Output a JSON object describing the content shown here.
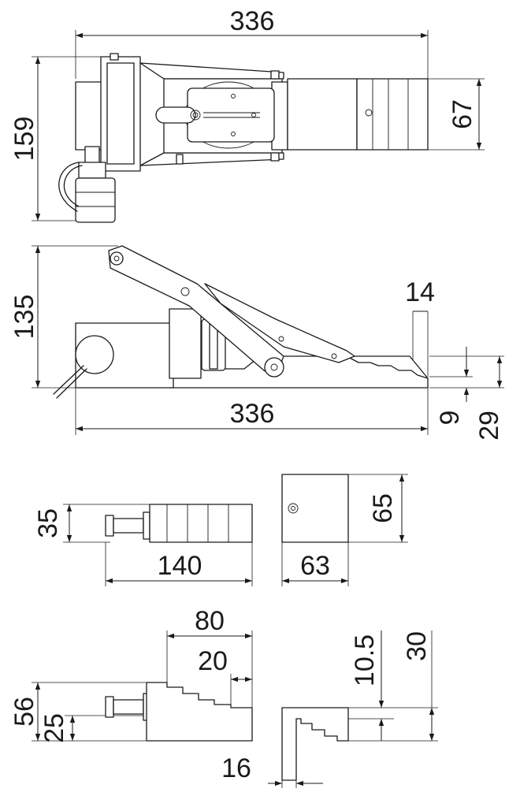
{
  "dimensions": {
    "top_view_length": "336",
    "top_view_height": "159",
    "top_view_tail_height": "67",
    "side_view_height": "135",
    "side_view_length": "336",
    "side_view_step_width": "14",
    "side_view_toe_height": "9",
    "side_view_tail_height": "29",
    "plunger_height": "35",
    "plunger_length": "140",
    "block_width": "63",
    "block_height": "65",
    "stepped_length": "80",
    "stepped_step": "20",
    "stepped_height": "56",
    "stepped_pin_height": "25",
    "jaw_width": "16",
    "jaw_step_height": "10.5",
    "jaw_height": "30"
  }
}
